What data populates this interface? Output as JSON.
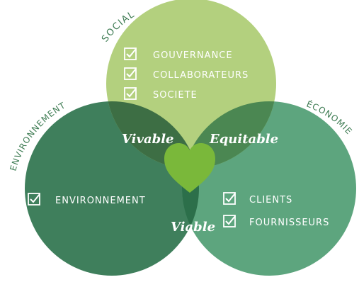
{
  "colors": {
    "social": "#b3d07e",
    "environnement": "#3f7f5c",
    "economie": "#5da57e",
    "overlap_social_env": "#3d6e44",
    "overlap_social_eco": "#4b8752",
    "overlap_env_eco": "#2c6f4a",
    "heart": "#7ab83a",
    "title_text": "#3d7b52",
    "item_text": "#ffffff"
  },
  "titles": {
    "social": "SOCIAL",
    "environnement": "ENVIRONNEMENT",
    "economie": "ÉCONOMIE"
  },
  "social_items": [
    "GOUVERNANCE",
    "COLLABORATEURS",
    "SOCIETE"
  ],
  "environnement_items": [
    "ENVIRONNEMENT"
  ],
  "economie_items": [
    "CLIENTS",
    "FOURNISSEURS"
  ],
  "overlaps": {
    "vivable": "Vivable",
    "equitable": "Equitable",
    "viable": "Viable"
  },
  "icons": {
    "checkbox": "checkbox-checked-icon",
    "center": "heart-icon"
  }
}
